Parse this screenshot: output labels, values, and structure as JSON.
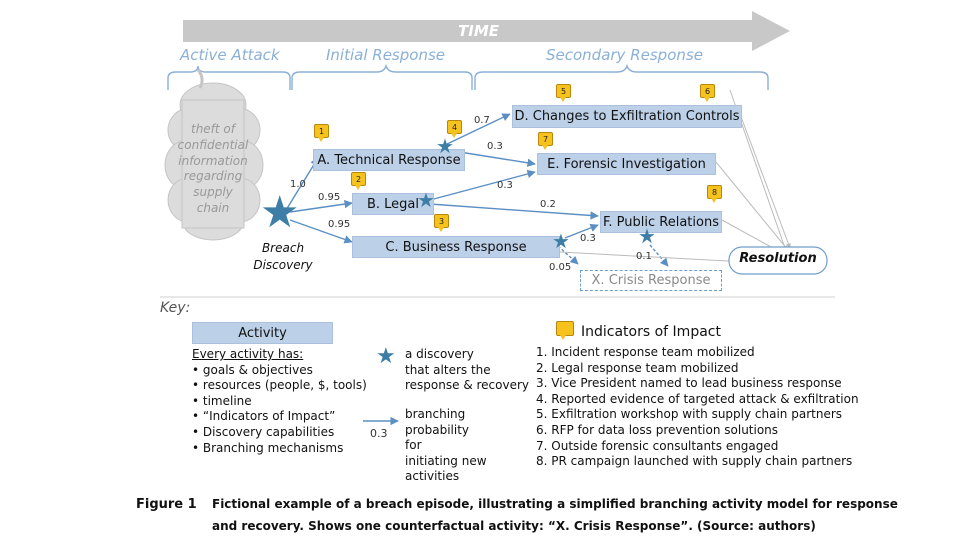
{
  "time_label": "TIME",
  "phases": {
    "active_attack": "Active Attack",
    "initial_response": "Initial Response",
    "secondary_response": "Secondary Response"
  },
  "cloud_text": [
    "theft of",
    "confidential",
    "information",
    "regarding",
    "supply",
    "chain"
  ],
  "breach_discovery": [
    "Breach",
    "Discovery"
  ],
  "activities": {
    "a": "A. Technical Response",
    "b": "B. Legal",
    "c": "C. Business Response",
    "d": "D. Changes to Exfiltration Controls",
    "e": "E. Forensic Investigation",
    "f": "F. Public Relations",
    "x": "X. Crisis Response"
  },
  "resolution": "Resolution",
  "probabilities": {
    "to_a": "1.0",
    "to_b": "0.95",
    "to_c": "0.95",
    "a_to_d": "0.7",
    "a_to_e": "0.3",
    "b_to_e": "0.3",
    "b_to_f": "0.2",
    "c_to_f": "0.3",
    "c_to_x": "0.05",
    "f_to_x": "0.1"
  },
  "indicator_bubbles": [
    "1",
    "2",
    "3",
    "4",
    "5",
    "6",
    "7",
    "8"
  ],
  "key": {
    "title": "Key:",
    "activity_label": "Activity",
    "every_activity_has": "Every activity has:",
    "activity_items": [
      "• goals & objectives",
      "• resources (people, $, tools)",
      "• timeline",
      "• “Indicators of Impact”",
      "• Discovery capabilities",
      "• Branching mechanisms"
    ],
    "discovery_text": [
      "a discovery",
      "that alters the",
      "response & recovery"
    ],
    "branch_value": "0.3",
    "branch_text": [
      "branching",
      "probability",
      "for",
      "initiating new",
      "activities"
    ],
    "indicators_title": "Indicators of Impact",
    "indicators": [
      "1.  Incident response team mobilized",
      "2.  Legal response team mobilized",
      "3.  Vice President named to lead business response",
      "4.  Reported evidence of targeted attack & exfiltration",
      "5.  Exfiltration workshop with supply chain partners",
      "6.  RFP for data loss prevention solutions",
      "7.  Outside forensic consultants engaged",
      "8.  PR campaign launched with supply chain partners"
    ]
  },
  "caption": {
    "label": "Figure 1",
    "line1": "Fictional example of a breach episode, illustrating a simplified branching activity model for response",
    "line2": "and recovery. Shows one counterfactual activity: “X. Crisis Response”. (Source: authors)"
  },
  "colors": {
    "activity_fill": "#bcd0e8",
    "arrow": "#5b8fc4",
    "star": "#3d7ea6",
    "indicator": "#f6c21d",
    "time_arrow": "#c8c8c8",
    "phase_text": "#8ab0d6"
  }
}
